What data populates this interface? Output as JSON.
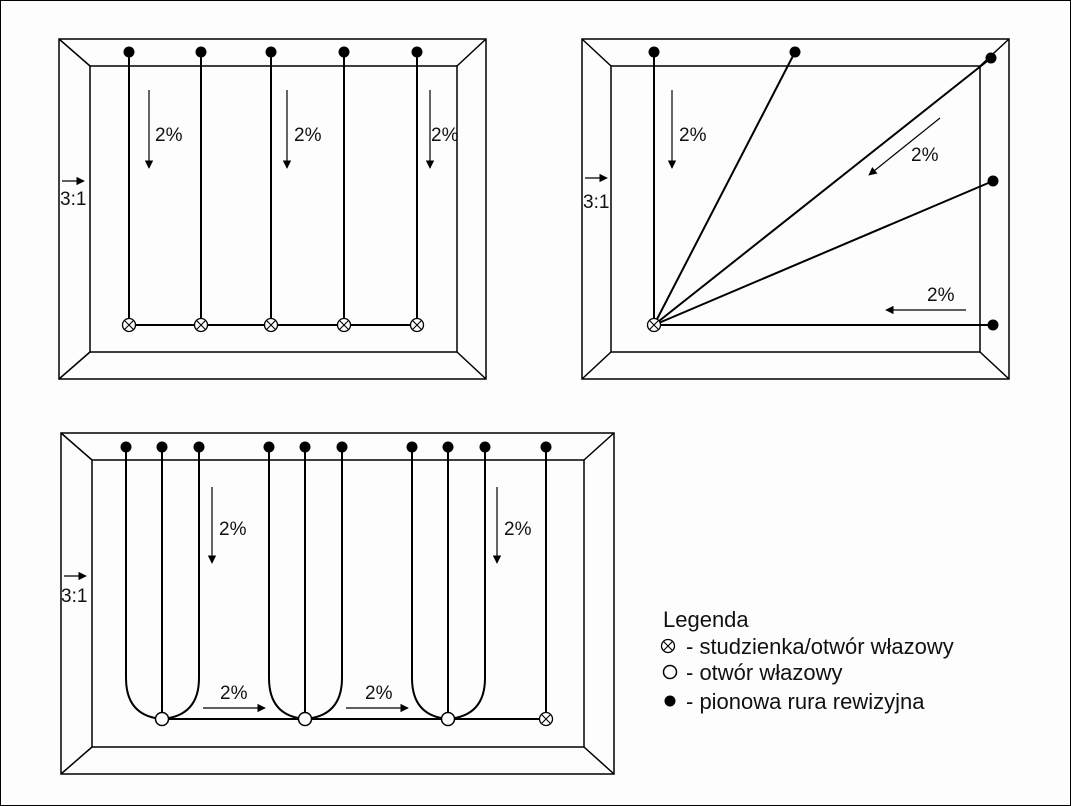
{
  "panel_a": {
    "slopes": [
      "2%",
      "2%",
      "2%"
    ],
    "ratio": "3:1"
  },
  "panel_b": {
    "slopes": [
      "2%",
      "2%",
      "2%"
    ],
    "ratio": "3:1"
  },
  "panel_c": {
    "slopes": [
      "2%",
      "2%",
      "2%",
      "2%"
    ],
    "ratio": "3:1"
  },
  "legend": {
    "title": "Legenda",
    "items": [
      {
        "symbol": "crossed-circle",
        "text": "- studzienka/otwór włazowy"
      },
      {
        "symbol": "open-circle",
        "text": "- otwór włazowy"
      },
      {
        "symbol": "filled-circle",
        "text": "- pionowa rura rewizyjna"
      }
    ]
  },
  "colors": {
    "line": "#000000",
    "background": "#ffffff"
  }
}
